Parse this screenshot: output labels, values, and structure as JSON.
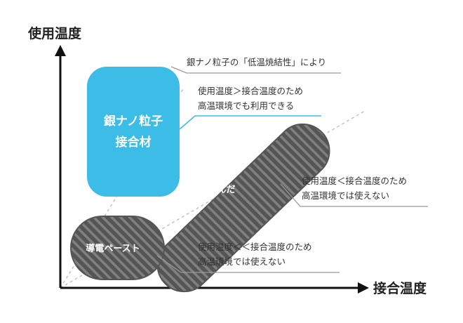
{
  "axes": {
    "y_label": "使用温度",
    "x_label": "接合温度"
  },
  "silver": {
    "label_line1": "銀ナノ粒子",
    "label_line2": "接合材",
    "callout": "銀ナノ粒子の「低温焼結性」により",
    "note_line1": "使用温度＞接合温度のため",
    "note_line2": "高温環境でも利用できる"
  },
  "solder": {
    "label": "はんだ",
    "note_line1": "使用温度＜接合温度のため",
    "note_line2": "高温環境では使えない"
  },
  "paste": {
    "label": "導電ペースト",
    "note_line1": "使用温度＜＜接合温度のため",
    "note_line2": "高温環境では使えない"
  },
  "colors": {
    "silver_fill": "#3bbde8",
    "silver_line": "#3bbde8",
    "dark_fill": "#595959",
    "stripe": "#7a7a7a",
    "axis": "#111111",
    "leader": "#999999"
  }
}
